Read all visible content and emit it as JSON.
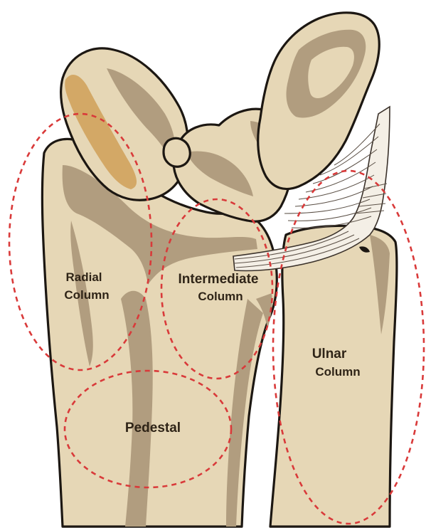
{
  "diagram": {
    "labels": {
      "radial_line1": "Radial",
      "radial_line2": "Column",
      "intermediate_line1": "Intermediate",
      "intermediate_line2": "Column",
      "ulnar_line1": "Ulnar",
      "ulnar_line2": "Column",
      "pedestal": "Pedestal"
    },
    "colors": {
      "bone_fill": "#e6d7b6",
      "bone_shadow": "#b19d7f",
      "scaphoid_highlight": "#d3a866",
      "outline": "#1c1712",
      "zone_outline": "#d93a3a",
      "background": "#ffffff"
    }
  }
}
